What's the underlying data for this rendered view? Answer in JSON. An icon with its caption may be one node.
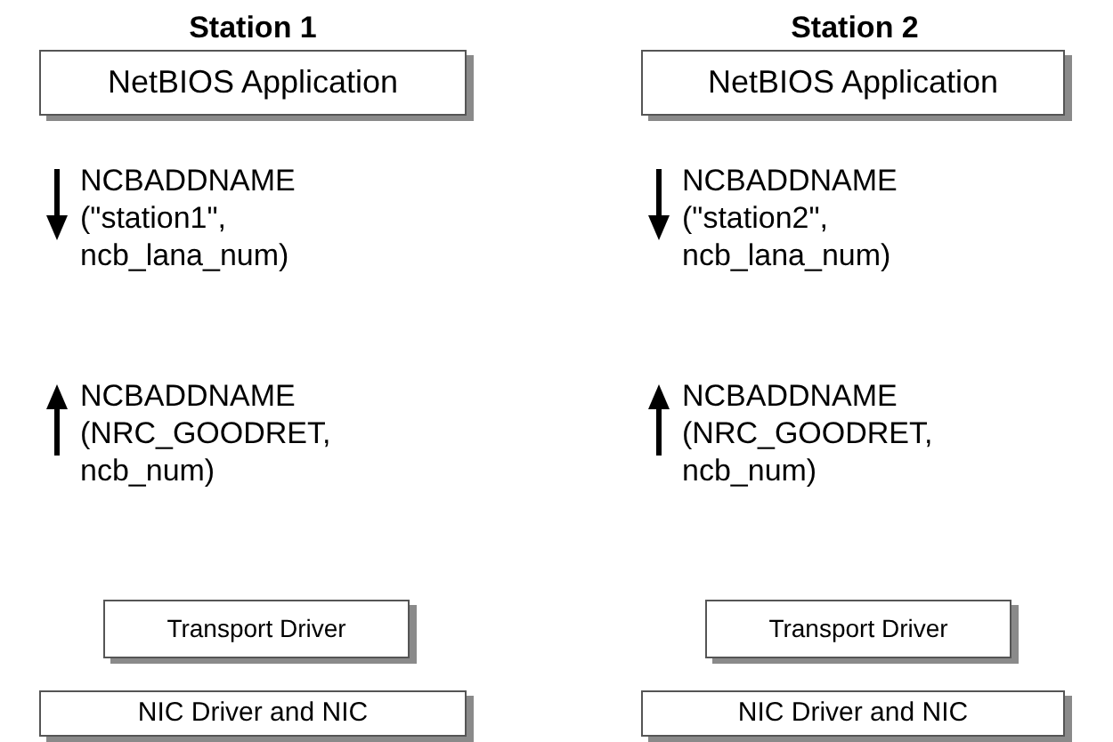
{
  "diagram": {
    "nodes": [
      {
        "text": [
          "NetBIOS Application"
        ]
      },
      {
        "text": [
          "NetBIOS Application"
        ]
      },
      {
        "text": [
          "Transport Driver"
        ]
      },
      {
        "text": [
          "Transport Driver"
        ]
      },
      {
        "text": [
          "NIC Driver and NIC"
        ]
      },
      {
        "text": [
          "NIC Driver and NIC"
        ]
      }
    ],
    "edges": [],
    "labels": [
      "Station 1",
      "Station 2",
      "NCBADDNAME (\"station1\", ncb_lana_num)",
      "NCBADDNAME (\"station2\", ncb_lana_num)",
      "NCBADDNAME (NRC_GOODRET, ncb_num)",
      "NCBADDNAME (NRC_GOODRET, ncb_num)"
    ]
  }
}
